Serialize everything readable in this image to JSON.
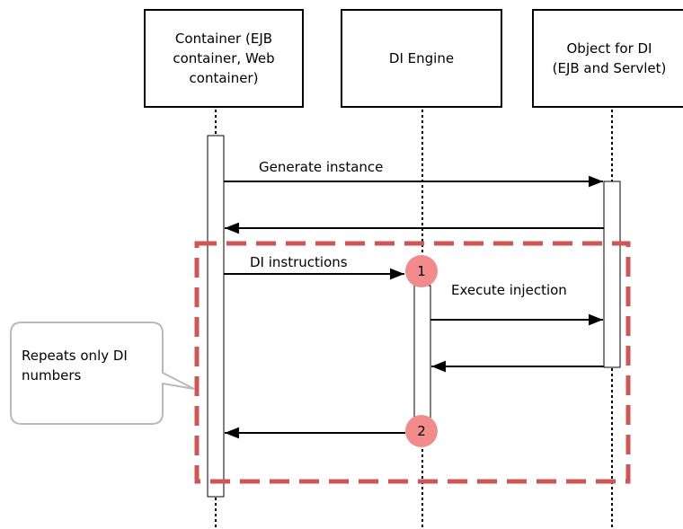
{
  "lifelines": [
    {
      "id": "container",
      "label": "Container (EJB\ncontainer, Web\ncontainer)"
    },
    {
      "id": "engine",
      "label": "DI Engine"
    },
    {
      "id": "object",
      "label": "Object for DI\n(EJB and Servlet)"
    }
  ],
  "messages": {
    "generate_instance": "Generate instance",
    "di_instructions": "DI instructions",
    "execute_injection": "Execute injection"
  },
  "steps": [
    "1",
    "2"
  ],
  "callout": {
    "text": "Repeats only DI\nnumbers"
  },
  "colors": {
    "line": "#000000",
    "dashed_frame": "#d05656",
    "step_circle": "#f28b8b",
    "callout_border": "#b9b9b9"
  }
}
